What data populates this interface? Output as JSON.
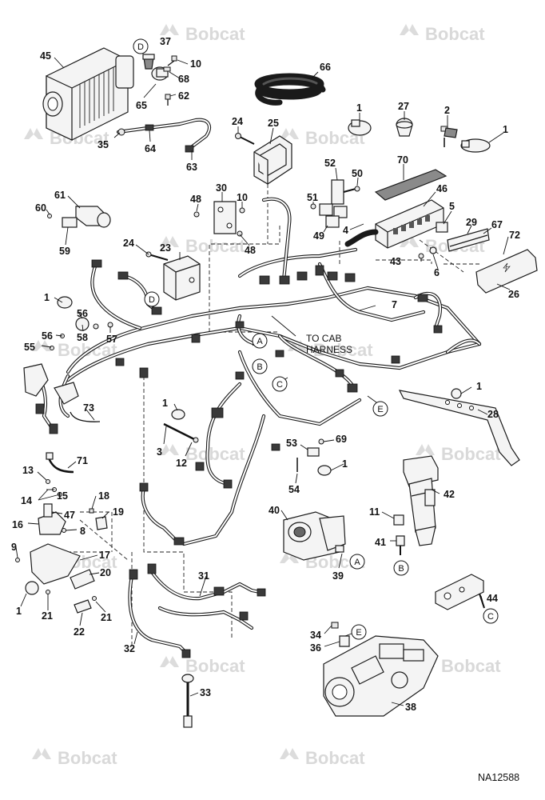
{
  "watermark": "Bobcat",
  "figure_id": "NA12588",
  "note_label": [
    "TO CAB",
    "HARNESS"
  ],
  "callouts": [
    {
      "id": "c1",
      "label": "45"
    },
    {
      "id": "c2",
      "label": "37"
    },
    {
      "id": "c3",
      "label": "10"
    },
    {
      "id": "c4",
      "label": "68"
    },
    {
      "id": "c5",
      "label": "65"
    },
    {
      "id": "c6",
      "label": "62"
    },
    {
      "id": "c7",
      "label": "35"
    },
    {
      "id": "c8",
      "label": "64"
    },
    {
      "id": "c9",
      "label": "63"
    },
    {
      "id": "c10",
      "label": "66"
    },
    {
      "id": "c11",
      "label": "1"
    },
    {
      "id": "c12",
      "label": "27"
    },
    {
      "id": "c13",
      "label": "2"
    },
    {
      "id": "c14",
      "label": "1"
    },
    {
      "id": "c15",
      "label": "24"
    },
    {
      "id": "c16",
      "label": "25"
    },
    {
      "id": "c17",
      "label": "70"
    },
    {
      "id": "c18",
      "label": "52"
    },
    {
      "id": "c19",
      "label": "50"
    },
    {
      "id": "c20",
      "label": "46"
    },
    {
      "id": "c21",
      "label": "30"
    },
    {
      "id": "c22",
      "label": "48"
    },
    {
      "id": "c23",
      "label": "10"
    },
    {
      "id": "c24",
      "label": "51"
    },
    {
      "id": "c25",
      "label": "5"
    },
    {
      "id": "c26",
      "label": "61"
    },
    {
      "id": "c27",
      "label": "60"
    },
    {
      "id": "c28",
      "label": "29"
    },
    {
      "id": "c29",
      "label": "67"
    },
    {
      "id": "c30",
      "label": "49"
    },
    {
      "id": "c31",
      "label": "4"
    },
    {
      "id": "c32",
      "label": "72"
    },
    {
      "id": "c33",
      "label": "59"
    },
    {
      "id": "c34",
      "label": "24"
    },
    {
      "id": "c35",
      "label": "23"
    },
    {
      "id": "c36",
      "label": "48"
    },
    {
      "id": "c37",
      "label": "43"
    },
    {
      "id": "c38",
      "label": "6"
    },
    {
      "id": "c39",
      "label": "26"
    },
    {
      "id": "c40",
      "label": "1"
    },
    {
      "id": "c41",
      "label": "56"
    },
    {
      "id": "c42",
      "label": "7"
    },
    {
      "id": "c43",
      "label": "57"
    },
    {
      "id": "c44",
      "label": "56"
    },
    {
      "id": "c45",
      "label": "55"
    },
    {
      "id": "c46",
      "label": "58"
    },
    {
      "id": "c47",
      "label": "73"
    },
    {
      "id": "c48",
      "label": "1"
    },
    {
      "id": "c49",
      "label": "28"
    },
    {
      "id": "c50",
      "label": "1"
    },
    {
      "id": "c51",
      "label": "53"
    },
    {
      "id": "c52",
      "label": "69"
    },
    {
      "id": "c53",
      "label": "3"
    },
    {
      "id": "c54",
      "label": "12"
    },
    {
      "id": "c55",
      "label": "1"
    },
    {
      "id": "c56",
      "label": "54"
    },
    {
      "id": "c57",
      "label": "13"
    },
    {
      "id": "c58",
      "label": "71"
    },
    {
      "id": "c59",
      "label": "15"
    },
    {
      "id": "c60",
      "label": "14"
    },
    {
      "id": "c61",
      "label": "18"
    },
    {
      "id": "c62",
      "label": "47"
    },
    {
      "id": "c63",
      "label": "19"
    },
    {
      "id": "c64",
      "label": "42"
    },
    {
      "id": "c65",
      "label": "16"
    },
    {
      "id": "c66",
      "label": "8"
    },
    {
      "id": "c67",
      "label": "11"
    },
    {
      "id": "c68",
      "label": "40"
    },
    {
      "id": "c69",
      "label": "9"
    },
    {
      "id": "c70",
      "label": "17"
    },
    {
      "id": "c71",
      "label": "41"
    },
    {
      "id": "c72",
      "label": "20"
    },
    {
      "id": "c73",
      "label": "31"
    },
    {
      "id": "c74",
      "label": "39"
    },
    {
      "id": "c75",
      "label": "1"
    },
    {
      "id": "c76",
      "label": "21"
    },
    {
      "id": "c77",
      "label": "21"
    },
    {
      "id": "c78",
      "label": "22"
    },
    {
      "id": "c79",
      "label": "44"
    },
    {
      "id": "c80",
      "label": "32"
    },
    {
      "id": "c81",
      "label": "34"
    },
    {
      "id": "c82",
      "label": "36"
    },
    {
      "id": "c83",
      "label": "33"
    },
    {
      "id": "c84",
      "label": "38"
    }
  ],
  "circle_refs": [
    {
      "id": "r1",
      "letter": "D"
    },
    {
      "id": "r2",
      "letter": "D"
    },
    {
      "id": "r3",
      "letter": "A"
    },
    {
      "id": "r4",
      "letter": "B"
    },
    {
      "id": "r5",
      "letter": "C"
    },
    {
      "id": "r6",
      "letter": "E"
    },
    {
      "id": "r7",
      "letter": "A"
    },
    {
      "id": "r8",
      "letter": "B"
    },
    {
      "id": "r9",
      "letter": "C"
    },
    {
      "id": "r10",
      "letter": "E"
    }
  ]
}
